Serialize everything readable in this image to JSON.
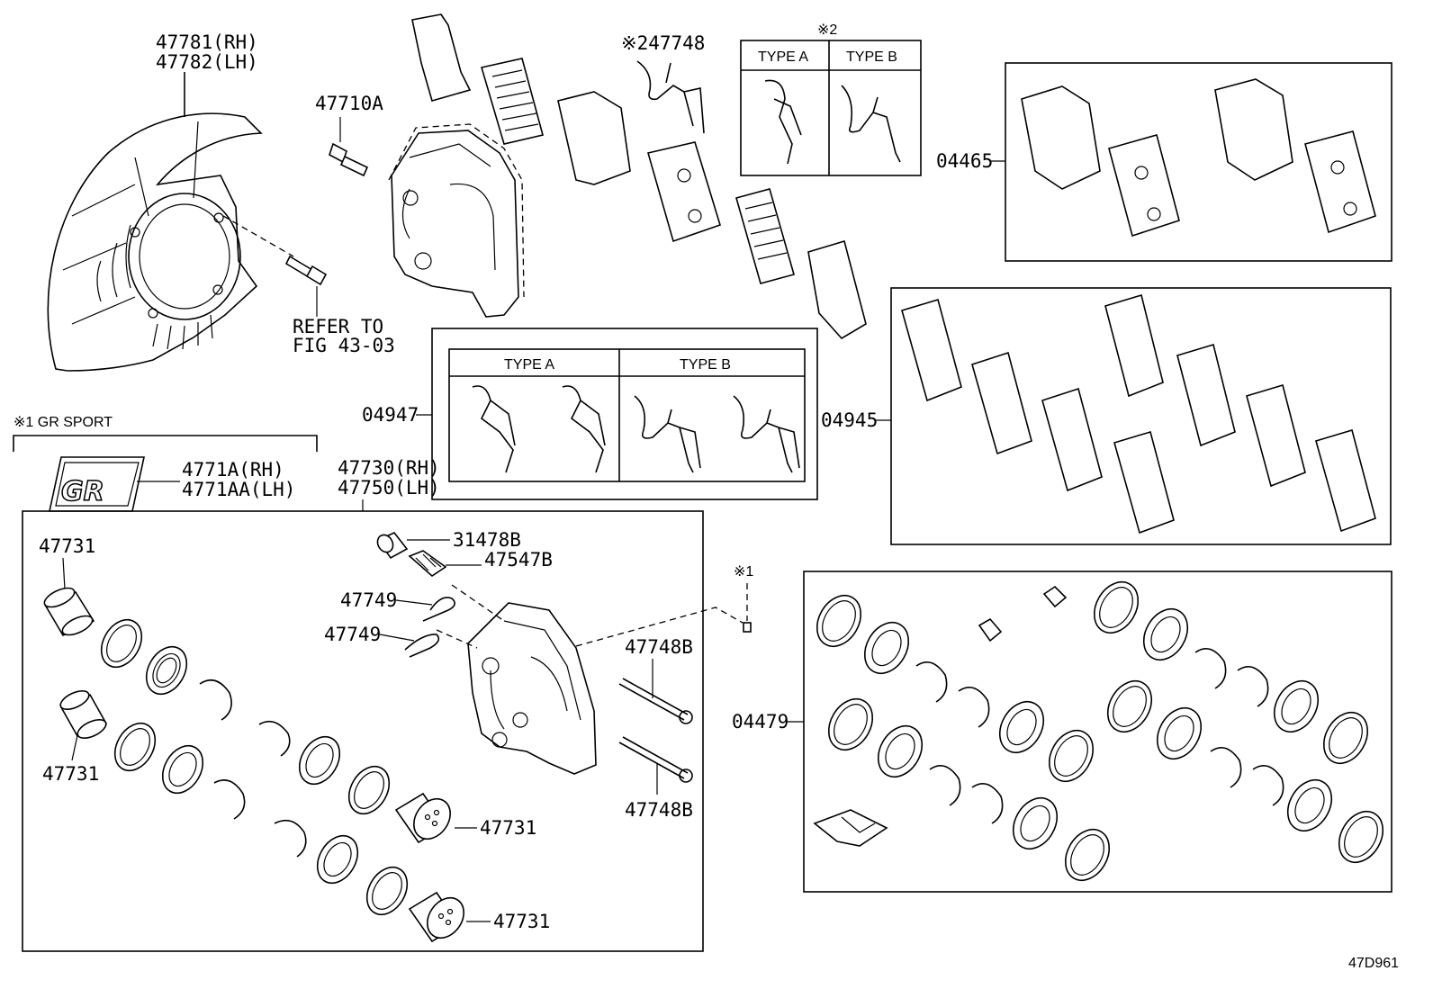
{
  "callouts": {
    "shield_rh": "47781(RH)",
    "shield_lh": "47782(LH)",
    "bolt": "47710A",
    "refer_1": "REFER TO",
    "refer_2": "FIG 43-03",
    "note2_spring": "※247748",
    "note2_box_title": "※2",
    "type_a": "TYPE A",
    "type_b": "TYPE B",
    "pad_kit_04465": "04465",
    "shim_kit_04947": "04947",
    "shim_kit_04945": "04945",
    "gr_sport": "※1 GR SPORT",
    "emblem_rh": "4771A(RH)",
    "emblem_lh": "4771AA(LH)",
    "caliper_rh": "47730(RH)",
    "caliper_lh": "47750(LH)",
    "piston_tl": "47731",
    "piston_ml": "47731",
    "piston_mr": "47731",
    "piston_br": "47731",
    "cap": "31478B",
    "bleeder": "47547B",
    "clip_1": "47749",
    "clip_2": "47749",
    "pin_1": "47748B",
    "pin_2": "47748B",
    "note1": "※1",
    "seal_kit_04479": "04479",
    "figure_id": "47D961"
  },
  "colors": {
    "line": "#000000",
    "background": "#ffffff"
  }
}
